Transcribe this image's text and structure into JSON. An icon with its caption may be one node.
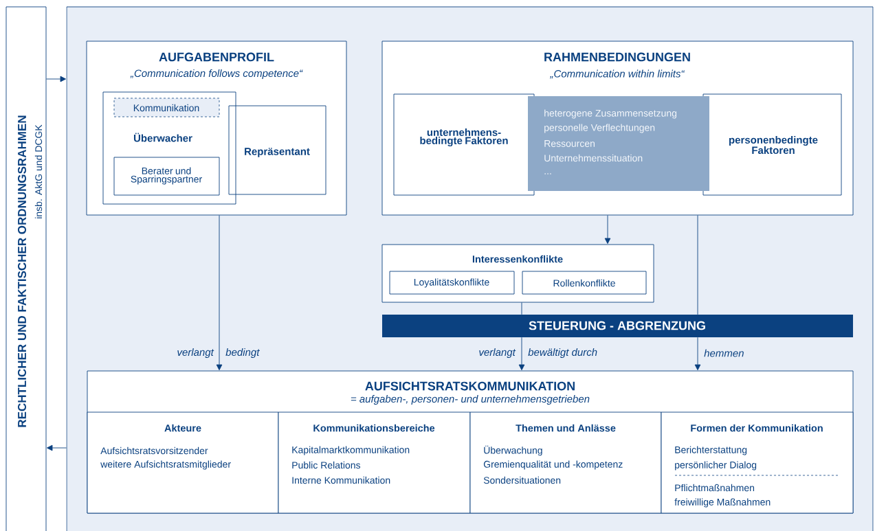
{
  "diagram": {
    "nodes": [
      {
        "text": [
          "RECHTLICHER UND FAKTISCHER ORDNUNGSRAHMEN",
          "insb. AktG und DCGK"
        ]
      },
      {
        "text": [],
        "shape": "box"
      },
      {
        "text": [
          "AUFGABENPROFIL",
          "„Communication follows competence“"
        ],
        "in": 1
      },
      {
        "text": [
          "Überwacher"
        ],
        "in": 2
      },
      {
        "text": [
          "Kommunikation"
        ],
        "in": 3
      },
      {
        "text": [
          "Berater und Sparringspartner"
        ],
        "in": 3
      },
      {
        "text": [
          "Repräsentant"
        ],
        "in": 2
      },
      {
        "text": [
          "RAHMENBEDINGUNGEN",
          "„Communication within limits“"
        ],
        "in": 1
      },
      {
        "text": [
          "unternehmens- bedingte Faktoren"
        ],
        "in": 7
      },
      {
        "text": [
          "heterogene Zusammensetzung",
          "personelle Verflechtungen",
          "Ressourcen",
          "Unternehmenssituation",
          "..."
        ],
        "in": 7
      },
      {
        "text": [
          "personenbedingte Faktoren"
        ],
        "in": 7
      },
      {
        "text": [
          "Interessenkonflikte"
        ],
        "in": 1
      },
      {
        "text": [
          "Loyalitätskonflikte"
        ],
        "in": 11
      },
      {
        "text": [
          "Rollenkonflikte"
        ],
        "in": 11
      },
      {
        "text": [
          "STEUERUNG - ABGRENZUNG"
        ],
        "in": 1
      },
      {
        "text": [
          "AUFSICHTSRATSKOMMUNIKATION",
          "= aufgaben-, personen- und unternehmensgetrieben"
        ],
        "in": 1
      },
      {
        "text": [
          "Akteure",
          "Aufsichtsratsvorsitzender",
          "weitere Aufsichtsratsmitglieder"
        ],
        "in": 15
      },
      {
        "text": [
          "Kommunikationsbereiche",
          "Kapitalmarktkommunikation",
          "Public Relations",
          "Interne Kommunikation"
        ],
        "in": 15
      },
      {
        "text": [
          "Themen und Anlässe",
          "Überwachung",
          "Gremienqualität und -kompetenz",
          "Sondersituationen"
        ],
        "in": 15
      },
      {
        "text": [
          "Formen der Kommunikation",
          "Berichterstattung",
          "persönlicher Dialog",
          "Pflichtmaßnahmen",
          "freiwillige Maßnahmen"
        ],
        "in": 15
      }
    ],
    "edges": [
      {
        "from": 0,
        "to": 1,
        "arrow": "to"
      },
      {
        "from": 1,
        "to": 0,
        "arrow": "to"
      },
      {
        "from": 2,
        "to": 15,
        "arrow": "to",
        "label": "verlangt"
      },
      {
        "from": 7,
        "to": 11,
        "arrow": "to"
      },
      {
        "from": 11,
        "to": 14,
        "arrow": "none"
      },
      {
        "from": 14,
        "to": 15,
        "arrow": "to",
        "label": "verlangt"
      },
      {
        "from": 7,
        "to": 14,
        "arrow": "none"
      },
      {
        "from": 14,
        "to": 15,
        "arrow": "to",
        "label": "hemmen"
      }
    ],
    "labels": [
      "bedingt",
      "bewältigt durch"
    ]
  }
}
